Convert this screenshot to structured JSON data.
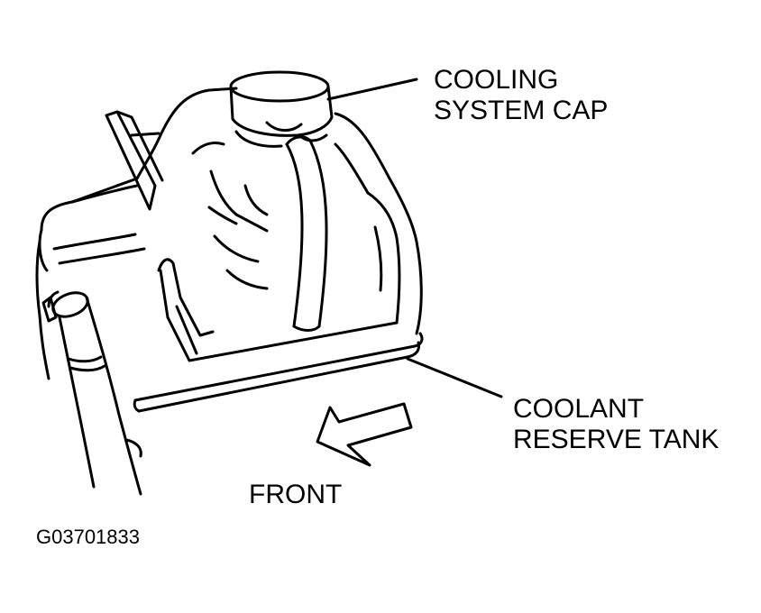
{
  "labels": {
    "cooling_cap_line1": "COOLING",
    "cooling_cap_line2": "SYSTEM CAP",
    "coolant_tank_line1": "COOLANT",
    "coolant_tank_line2": "RESERVE TANK",
    "front": "FRONT",
    "figure_code": "G03701833"
  },
  "colors": {
    "ink": "#000000",
    "background": "#ffffff"
  },
  "icons": {
    "direction_arrow": "front-arrow-icon"
  }
}
